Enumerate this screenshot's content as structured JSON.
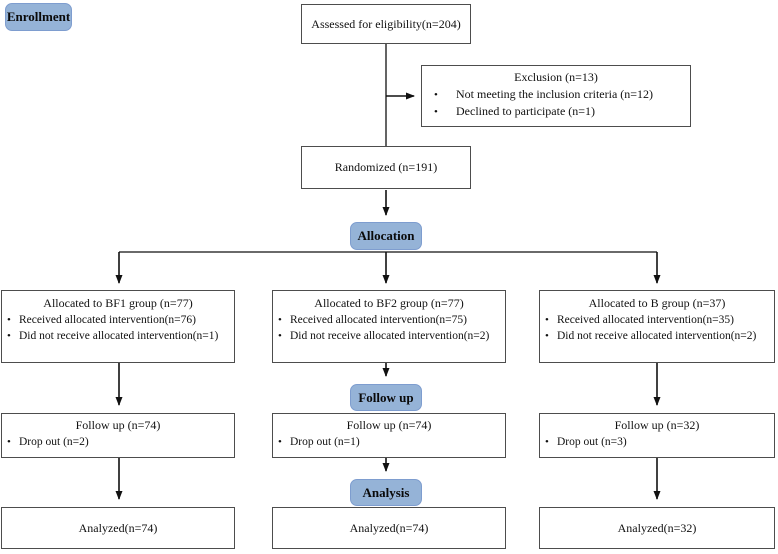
{
  "ui": {
    "bullet": "•"
  },
  "colors": {
    "badge_fill": "#95B3D7",
    "badge_border": "#7E9DCF",
    "box_border": "#4D4D4D",
    "line": "#111111"
  },
  "stages": {
    "enrollment": "Enrollment",
    "allocation": "Allocation",
    "follow_up": "Follow up",
    "analysis": "Analysis"
  },
  "flow": {
    "assessed": "Assessed for eligibility(n=204)",
    "exclusion": {
      "title": "Exclusion (n=13)",
      "bullets": [
        "Not meeting the inclusion criteria (n=12)",
        "Declined to participate (n=1)"
      ]
    },
    "randomized": "Randomized (n=191)",
    "columns": [
      {
        "allocated": {
          "title": "Allocated to BF1 group  (n=77)",
          "bullets": [
            "Received allocated intervention(n=76)",
            "Did not receive allocated intervention(n=1)"
          ]
        },
        "follow_up": {
          "title": "Follow up (n=74)",
          "bullets": [
            "Drop out (n=2)"
          ]
        },
        "analyzed": "Analyzed(n=74)"
      },
      {
        "allocated": {
          "title": "Allocated to BF2 group  (n=77)",
          "bullets": [
            "Received allocated intervention(n=75)",
            "Did not receive allocated intervention(n=2)"
          ]
        },
        "follow_up": {
          "title": "Follow up (n=74)",
          "bullets": [
            "Drop out (n=1)"
          ]
        },
        "analyzed": "Analyzed(n=74)"
      },
      {
        "allocated": {
          "title": "Allocated to B group  (n=37)",
          "bullets": [
            "Received allocated intervention(n=35)",
            "Did not receive allocated intervention(n=2)"
          ]
        },
        "follow_up": {
          "title": "Follow up (n=32)",
          "bullets": [
            "Drop out (n=3)"
          ]
        },
        "analyzed": "Analyzed(n=32)"
      }
    ]
  }
}
